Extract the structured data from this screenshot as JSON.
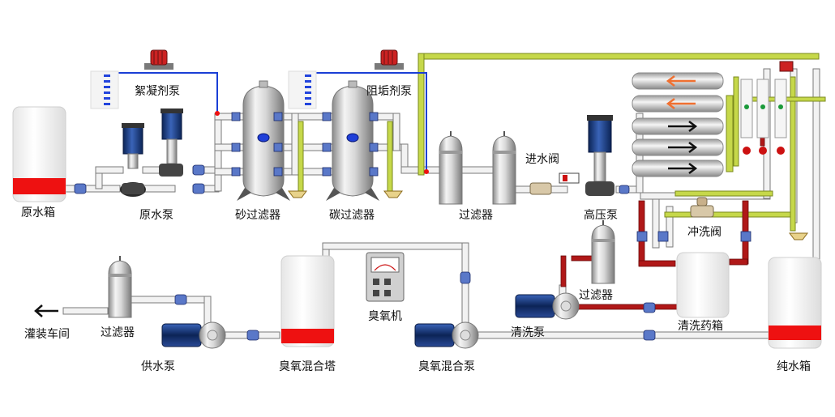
{
  "labels": {
    "raw_tank": "原水箱",
    "raw_pump": "原水泵",
    "flocculant_pump": "絮凝剂泵",
    "sand_filter": "砂过滤器",
    "carbon_filter": "碳过滤器",
    "antiscalant_pump": "阻垢剂泵",
    "filter_1": "过滤器",
    "inlet_valve": "进水阀",
    "hp_pump": "高压泵",
    "flush_valve": "冲洗阀",
    "filter_2": "过滤器",
    "cleaning_pump": "清洗泵",
    "cleaning_tank": "清洗药箱",
    "pure_tank": "纯水箱",
    "ozone_machine": "臭氧机",
    "ozone_tower": "臭氧混合塔",
    "ozone_pump": "臭氧混合泵",
    "supply_pump": "供水泵",
    "filter_3": "过滤器",
    "filling_room": "灌装车间"
  },
  "colors": {
    "red_band": "#ee1111",
    "pipe_fill": "#f2f2f2",
    "pipe_stroke": "#7a7a7a",
    "yellow_green_pipe": "#b5c93a",
    "dark_red_pipe": "#b01818",
    "blue_line": "#1a3fd6",
    "motor_blue": "#1c3f8c",
    "arrow_orange": "#f07030",
    "flowmeter_green": "#1a9a3a"
  }
}
